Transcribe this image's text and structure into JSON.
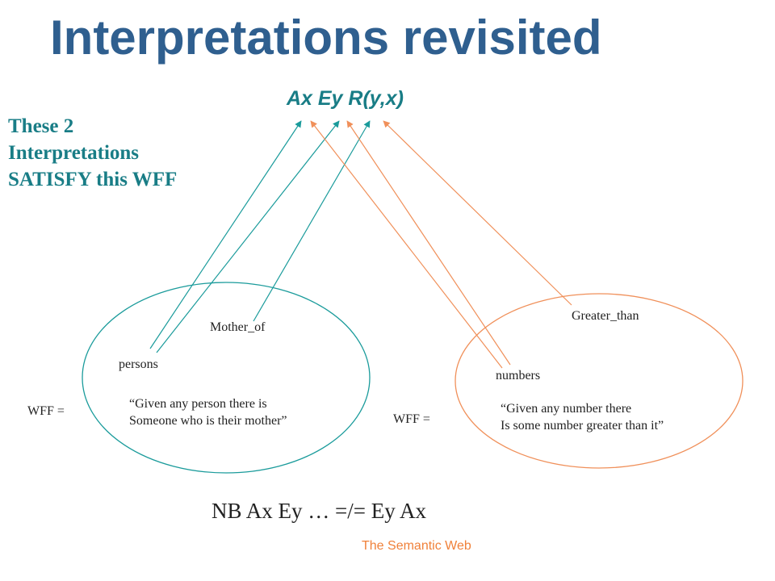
{
  "slide": {
    "title": "Interpretations revisited",
    "formula": "Ax Ey R(y,x)",
    "satisfy_lines": [
      "These 2",
      "Interpretations",
      "SATISFY this WFF"
    ],
    "nb_note": "NB Ax Ey … =/= Ey Ax",
    "footer": "The Semantic Web"
  },
  "interpretations": [
    {
      "domain": "persons",
      "relation": "Mother_of",
      "wff_label": "WFF =",
      "sentence_lines": [
        "“Given any person there is",
        "Someone who is their mother”"
      ],
      "color": "#1a9b9b"
    },
    {
      "domain": "numbers",
      "relation": "Greater_than",
      "wff_label": "WFF =",
      "sentence_lines": [
        "“Given any number there",
        "Is some number greater than it”"
      ],
      "color": "#f0905a"
    }
  ],
  "colors": {
    "title": "#2f5f8f",
    "formula": "#197d86",
    "footer": "#f0813a"
  }
}
